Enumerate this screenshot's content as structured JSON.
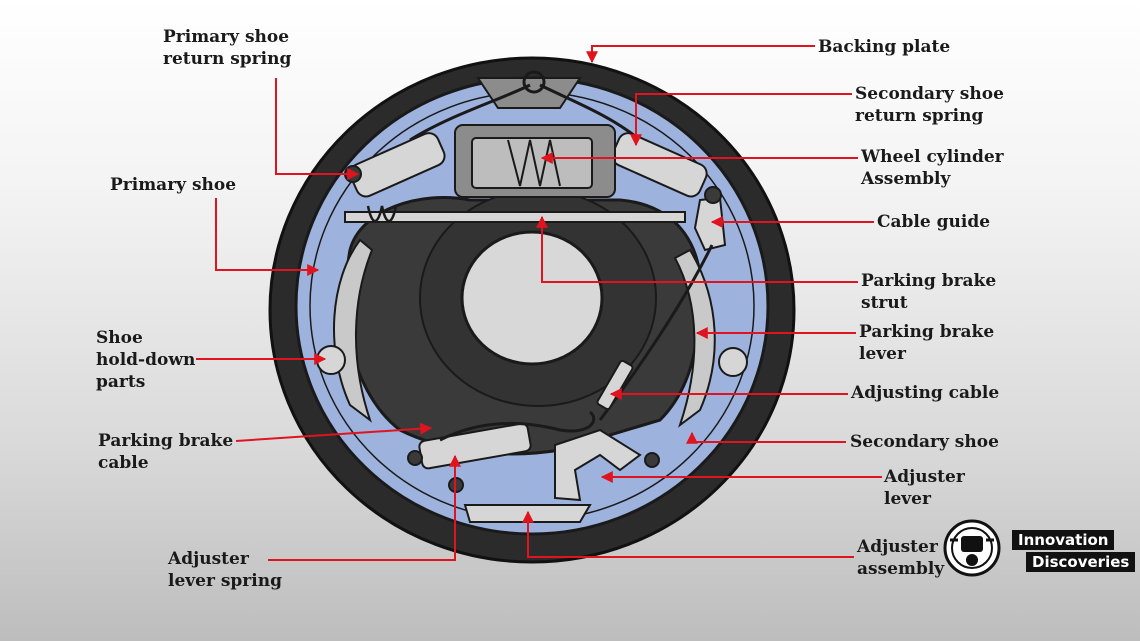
{
  "labels": {
    "backing_plate": "Backing plate",
    "primary_shoe_return_spring": [
      "Primary shoe",
      "return spring"
    ],
    "secondary_shoe_return_spring": [
      "Secondary shoe",
      "return spring"
    ],
    "wheel_cylinder_assembly": [
      "Wheel cylinder",
      "Assembly"
    ],
    "primary_shoe": "Primary shoe",
    "cable_guide": "Cable guide",
    "parking_brake_strut": [
      "Parking brake",
      "strut"
    ],
    "parking_brake_lever": [
      "Parking brake",
      "lever"
    ],
    "shoe_hold_down_parts": [
      "Shoe",
      "hold-down",
      "parts"
    ],
    "adjusting_cable": "Adjusting cable",
    "parking_brake_cable": [
      "Parking brake",
      "cable"
    ],
    "secondary_shoe": "Secondary shoe",
    "adjuster_lever": [
      "Adjuster",
      "lever"
    ],
    "adjuster_lever_spring": [
      "Adjuster",
      "lever spring"
    ],
    "adjuster_assembly": [
      "Adjuster",
      "assembly"
    ]
  },
  "brand": {
    "line1": "Innovation",
    "line2": "Discoveries"
  },
  "colors": {
    "leader": "#e0141e",
    "drum": "#2b2b2b",
    "plate_blue": "#9db2dd",
    "shoe_dark": "#3a3a3a",
    "metal_light": "#d6d6d6",
    "outline": "#1a1a1a"
  }
}
